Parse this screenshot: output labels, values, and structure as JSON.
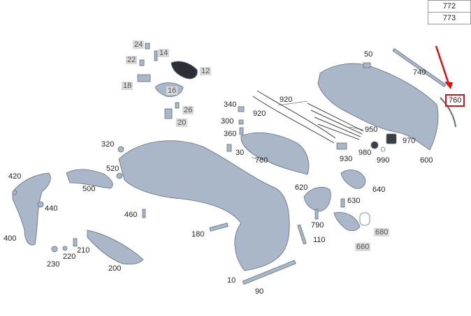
{
  "reference_table": [
    "772",
    "773"
  ],
  "highlight_color": "#e01010",
  "part_color": "#a9b7c8",
  "callouts": [
    {
      "id": "c24",
      "text": "24",
      "style": "gray"
    },
    {
      "id": "c14",
      "text": "14",
      "style": "gray"
    },
    {
      "id": "c22",
      "text": "22",
      "style": "gray"
    },
    {
      "id": "c12",
      "text": "12",
      "style": "gray"
    },
    {
      "id": "c18",
      "text": "18",
      "style": "gray"
    },
    {
      "id": "c16",
      "text": "16",
      "style": "gray"
    },
    {
      "id": "c26",
      "text": "26",
      "style": "gray"
    },
    {
      "id": "c20",
      "text": "20",
      "style": "gray"
    },
    {
      "id": "c50",
      "text": "50",
      "style": "plain"
    },
    {
      "id": "c740",
      "text": "740",
      "style": "plain"
    },
    {
      "id": "c760",
      "text": "760",
      "style": "selected"
    },
    {
      "id": "c920a",
      "text": "920",
      "style": "plain"
    },
    {
      "id": "c920b",
      "text": "920",
      "style": "plain"
    },
    {
      "id": "c340",
      "text": "340",
      "style": "plain"
    },
    {
      "id": "c300",
      "text": "300",
      "style": "plain"
    },
    {
      "id": "c360",
      "text": "360",
      "style": "plain"
    },
    {
      "id": "c950",
      "text": "950",
      "style": "plain"
    },
    {
      "id": "c970",
      "text": "970",
      "style": "plain"
    },
    {
      "id": "c980",
      "text": "980",
      "style": "plain"
    },
    {
      "id": "c990",
      "text": "990",
      "style": "plain"
    },
    {
      "id": "c600",
      "text": "600",
      "style": "plain"
    },
    {
      "id": "c320",
      "text": "320",
      "style": "plain"
    },
    {
      "id": "c30",
      "text": "30",
      "style": "plain"
    },
    {
      "id": "c780",
      "text": "780",
      "style": "plain"
    },
    {
      "id": "c930",
      "text": "930",
      "style": "plain"
    },
    {
      "id": "c520",
      "text": "520",
      "style": "plain"
    },
    {
      "id": "c420",
      "text": "420",
      "style": "plain"
    },
    {
      "id": "c500",
      "text": "500",
      "style": "plain"
    },
    {
      "id": "c620",
      "text": "620",
      "style": "plain"
    },
    {
      "id": "c640",
      "text": "640",
      "style": "plain"
    },
    {
      "id": "c630",
      "text": "630",
      "style": "plain"
    },
    {
      "id": "c440",
      "text": "440",
      "style": "plain"
    },
    {
      "id": "c460",
      "text": "460",
      "style": "plain"
    },
    {
      "id": "c790",
      "text": "790",
      "style": "plain"
    },
    {
      "id": "c680",
      "text": "680",
      "style": "gray"
    },
    {
      "id": "c400",
      "text": "400",
      "style": "plain"
    },
    {
      "id": "c180",
      "text": "180",
      "style": "plain"
    },
    {
      "id": "c110",
      "text": "110",
      "style": "plain"
    },
    {
      "id": "c660",
      "text": "660",
      "style": "gray"
    },
    {
      "id": "c210",
      "text": "210",
      "style": "plain"
    },
    {
      "id": "c220",
      "text": "220",
      "style": "plain"
    },
    {
      "id": "c230",
      "text": "230",
      "style": "plain"
    },
    {
      "id": "c200",
      "text": "200",
      "style": "plain"
    },
    {
      "id": "c10",
      "text": "10",
      "style": "plain"
    },
    {
      "id": "c90",
      "text": "90",
      "style": "plain"
    }
  ]
}
